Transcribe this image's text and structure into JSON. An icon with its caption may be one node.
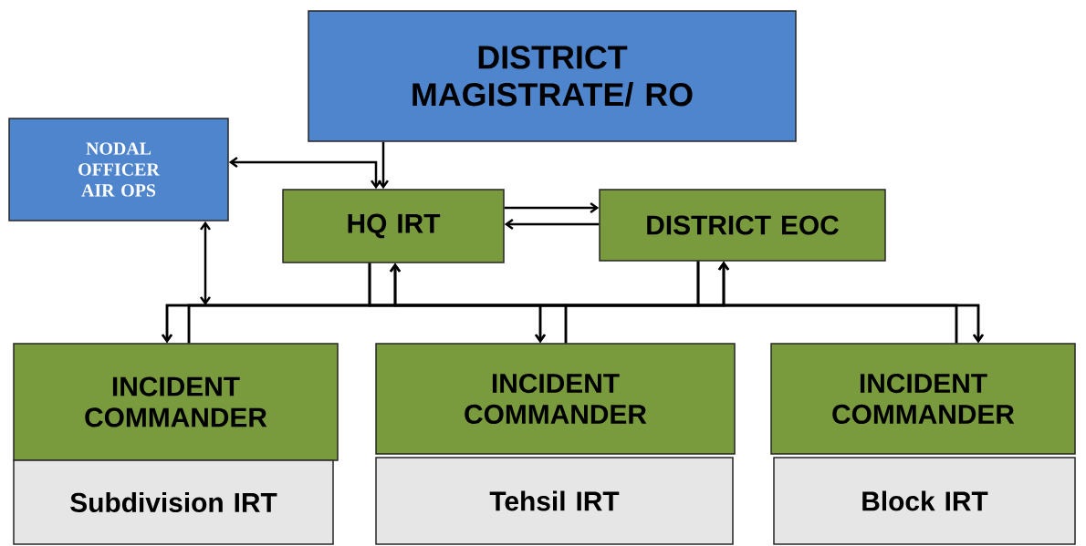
{
  "diagram": {
    "nodes": [
      {
        "text": [
          "DISTRICT MAGISTRATE/ RO"
        ]
      },
      {
        "text": [
          "NODAL OFFICER AIR OPS"
        ]
      },
      {
        "text": [
          "HQ IRT"
        ]
      },
      {
        "text": [
          "DISTRICT EOC"
        ]
      },
      {
        "text": [
          "INCIDENT COMMANDER"
        ]
      },
      {
        "text": [
          "Subdivision IRT"
        ]
      },
      {
        "text": [
          "INCIDENT COMMANDER"
        ]
      },
      {
        "text": [
          "Tehsil IRT"
        ]
      },
      {
        "text": [
          "INCIDENT COMMANDER"
        ]
      },
      {
        "text": [
          "Block IRT"
        ]
      }
    ],
    "edges": [
      {
        "from": 0,
        "to": 2,
        "arrow": "to"
      },
      {
        "from": 1,
        "to": 2,
        "arrow": "both"
      },
      {
        "from": 2,
        "to": 3,
        "arrow": "to"
      },
      {
        "from": 3,
        "to": 2,
        "arrow": "to"
      },
      {
        "from": 2,
        "to": 4,
        "arrow": "to"
      },
      {
        "from": 2,
        "to": 6,
        "arrow": "to"
      },
      {
        "from": 2,
        "to": 8,
        "arrow": "to"
      },
      {
        "from": 3,
        "to": 4,
        "arrow": "to"
      },
      {
        "from": 3,
        "to": 6,
        "arrow": "to"
      },
      {
        "from": 3,
        "to": 8,
        "arrow": "to"
      },
      {
        "from": 4,
        "to": 2,
        "arrow": "to"
      },
      {
        "from": 6,
        "to": 2,
        "arrow": "to"
      },
      {
        "from": 8,
        "to": 2,
        "arrow": "to"
      },
      {
        "from": 4,
        "to": 3,
        "arrow": "to"
      },
      {
        "from": 6,
        "to": 3,
        "arrow": "to"
      },
      {
        "from": 8,
        "to": 3,
        "arrow": "to"
      },
      {
        "from": 1,
        "to": null,
        "arrow": "both"
      }
    ]
  }
}
